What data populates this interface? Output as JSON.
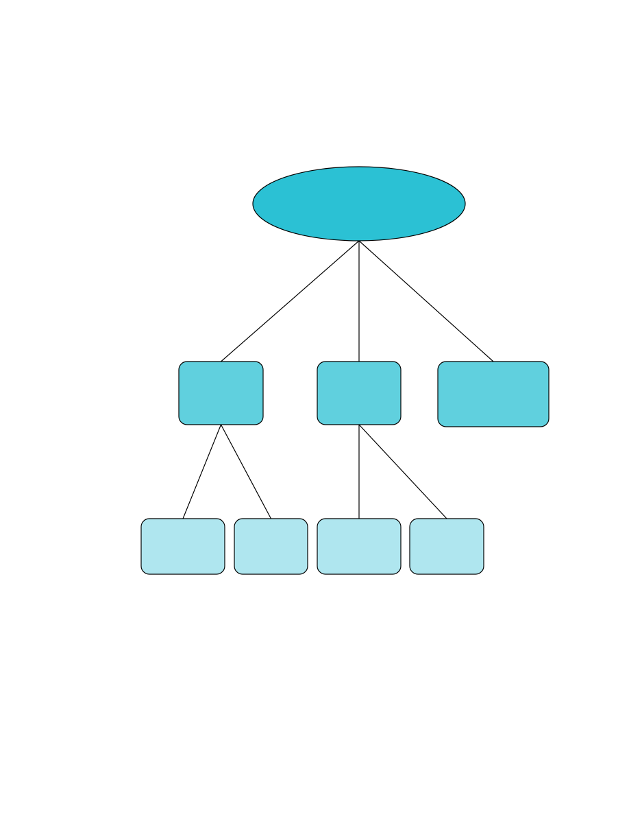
{
  "diagram": {
    "type": "hierarchy-tree",
    "colors": {
      "root_fill": "#2BC1D4",
      "level2_fill": "#60D0DE",
      "level3_fill": "#AFE6EF",
      "stroke": "#000000",
      "background": "#FFFFFF"
    },
    "nodes": [
      {
        "id": "root",
        "shape": "ellipse",
        "level": 1,
        "label": ""
      },
      {
        "id": "child-1",
        "shape": "rounded-rect",
        "level": 2,
        "label": ""
      },
      {
        "id": "child-2",
        "shape": "rounded-rect",
        "level": 2,
        "label": ""
      },
      {
        "id": "child-3",
        "shape": "rounded-rect",
        "level": 2,
        "label": ""
      },
      {
        "id": "grandchild-1",
        "shape": "rounded-rect",
        "level": 3,
        "label": ""
      },
      {
        "id": "grandchild-2",
        "shape": "rounded-rect",
        "level": 3,
        "label": ""
      },
      {
        "id": "grandchild-3",
        "shape": "rounded-rect",
        "level": 3,
        "label": ""
      },
      {
        "id": "grandchild-4",
        "shape": "rounded-rect",
        "level": 3,
        "label": ""
      }
    ],
    "edges": [
      {
        "from": "root",
        "to": "child-1"
      },
      {
        "from": "root",
        "to": "child-2"
      },
      {
        "from": "root",
        "to": "child-3"
      },
      {
        "from": "child-1",
        "to": "grandchild-1"
      },
      {
        "from": "child-1",
        "to": "grandchild-2"
      },
      {
        "from": "child-2",
        "to": "grandchild-3"
      },
      {
        "from": "child-2",
        "to": "grandchild-4"
      }
    ]
  }
}
